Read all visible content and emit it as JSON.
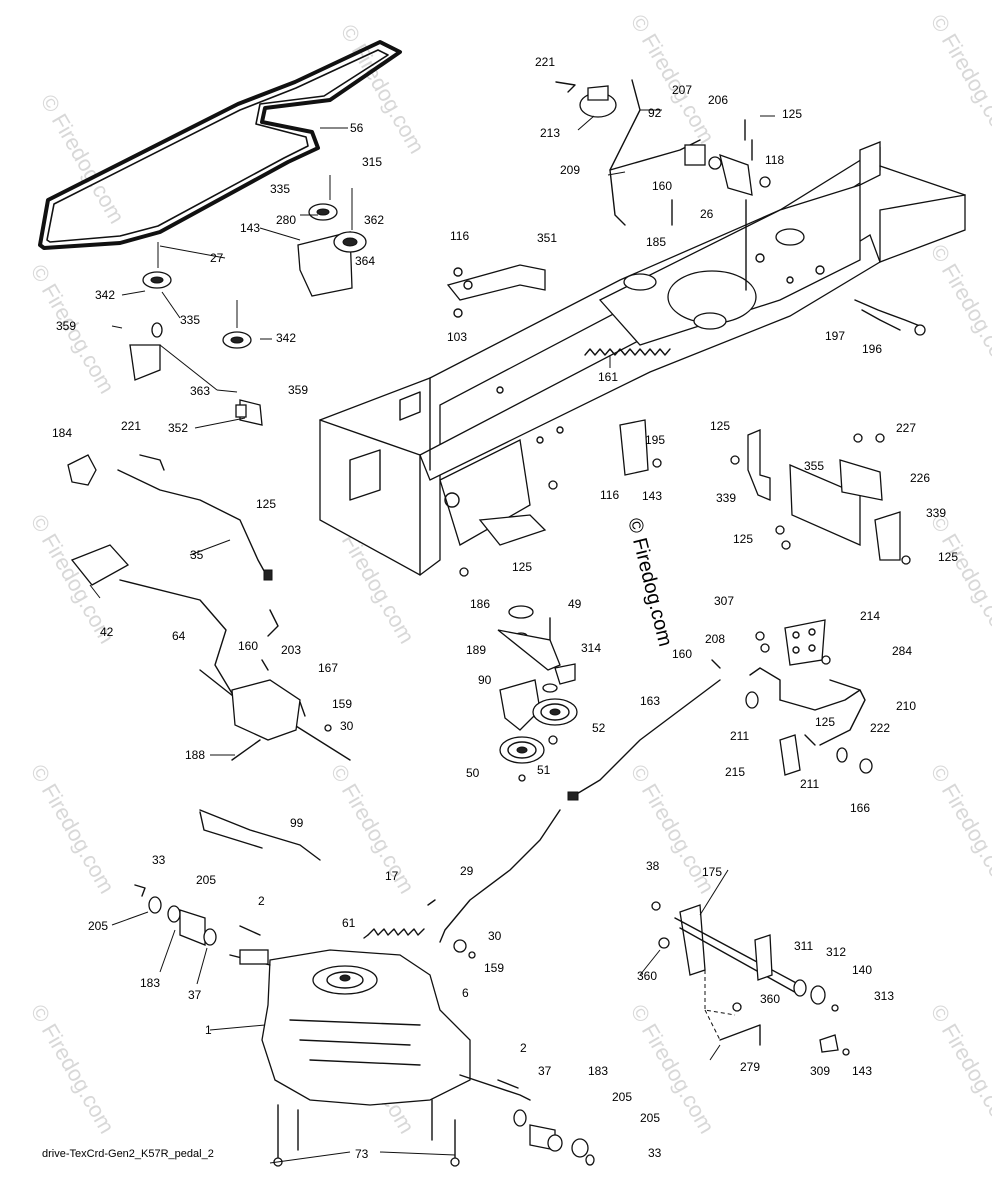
{
  "watermark": "© Firedog.com",
  "footer": "drive-TexCrd-Gen2_K57R_pedal_2",
  "callouts": [
    "1",
    "2",
    "6",
    "17",
    "26",
    "27",
    "29",
    "30",
    "33",
    "35",
    "37",
    "38",
    "42",
    "49",
    "50",
    "51",
    "52",
    "56",
    "61",
    "64",
    "73",
    "90",
    "92",
    "99",
    "103",
    "116",
    "118",
    "125",
    "140",
    "143",
    "159",
    "160",
    "161",
    "163",
    "166",
    "167",
    "175",
    "183",
    "184",
    "185",
    "186",
    "188",
    "189",
    "195",
    "196",
    "197",
    "203",
    "205",
    "206",
    "207",
    "208",
    "209",
    "210",
    "211",
    "213",
    "214",
    "215",
    "221",
    "222",
    "226",
    "227",
    "279",
    "280",
    "284",
    "307",
    "309",
    "311",
    "312",
    "313",
    "314",
    "315",
    "335",
    "339",
    "342",
    "351",
    "352",
    "355",
    "359",
    "360",
    "362",
    "363",
    "364"
  ]
}
